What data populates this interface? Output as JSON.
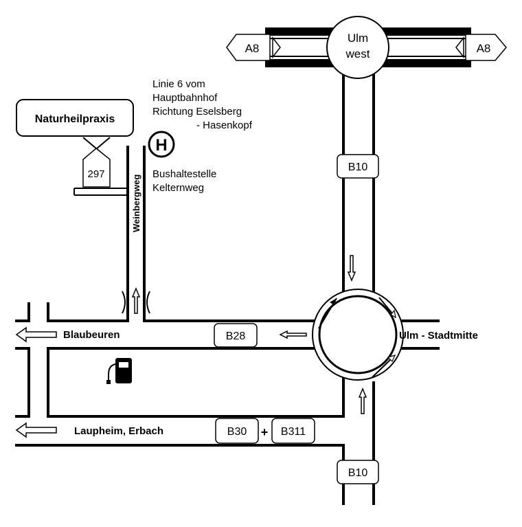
{
  "interchange": {
    "line1": "Ulm",
    "line2": "west"
  },
  "motorway": {
    "west_label": "A8",
    "east_label": "A8"
  },
  "roads": {
    "b10_north": "B10",
    "b10_south": "B10",
    "b28": "B28",
    "b30": "B30",
    "plus": "+",
    "b311": "B311"
  },
  "directions": {
    "blaubeuren": "Blaubeuren",
    "laupheim": "Laupheim, Erbach",
    "ulm_mitte": "Ulm - Stadtmitte"
  },
  "street": {
    "name": "Weinbergweg"
  },
  "practice": {
    "name": "Naturheilpraxis",
    "number": "297"
  },
  "bus": {
    "symbol": "H",
    "route_lines": [
      "Linie 6 vom",
      "Hauptbahnhof",
      "Richtung Eselsberg",
      "- Hasenkopf"
    ],
    "stop_lines": [
      "Bushaltestelle",
      "Kelternweg"
    ]
  },
  "icons": {
    "fuel": "fuel-pump-icon",
    "bus_stop": "bus-stop-icon"
  }
}
